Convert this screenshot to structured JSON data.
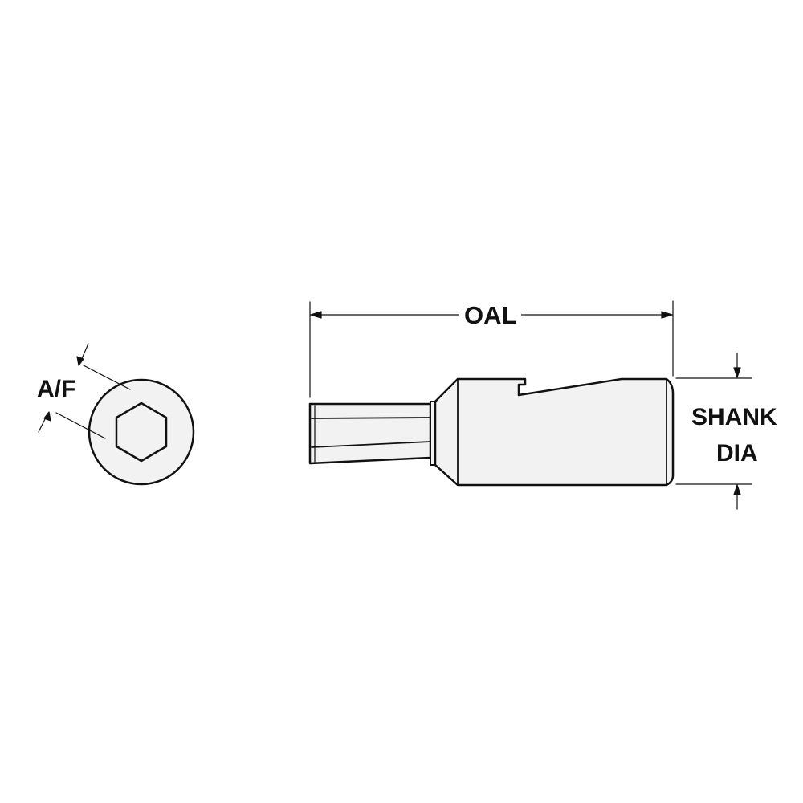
{
  "labels": {
    "af": "A/F",
    "oal": "OAL",
    "shank": "SHANK",
    "dia": "DIA"
  },
  "colors": {
    "line": "#111111",
    "body_fill": "#f2f2f2",
    "background": "#ffffff"
  }
}
